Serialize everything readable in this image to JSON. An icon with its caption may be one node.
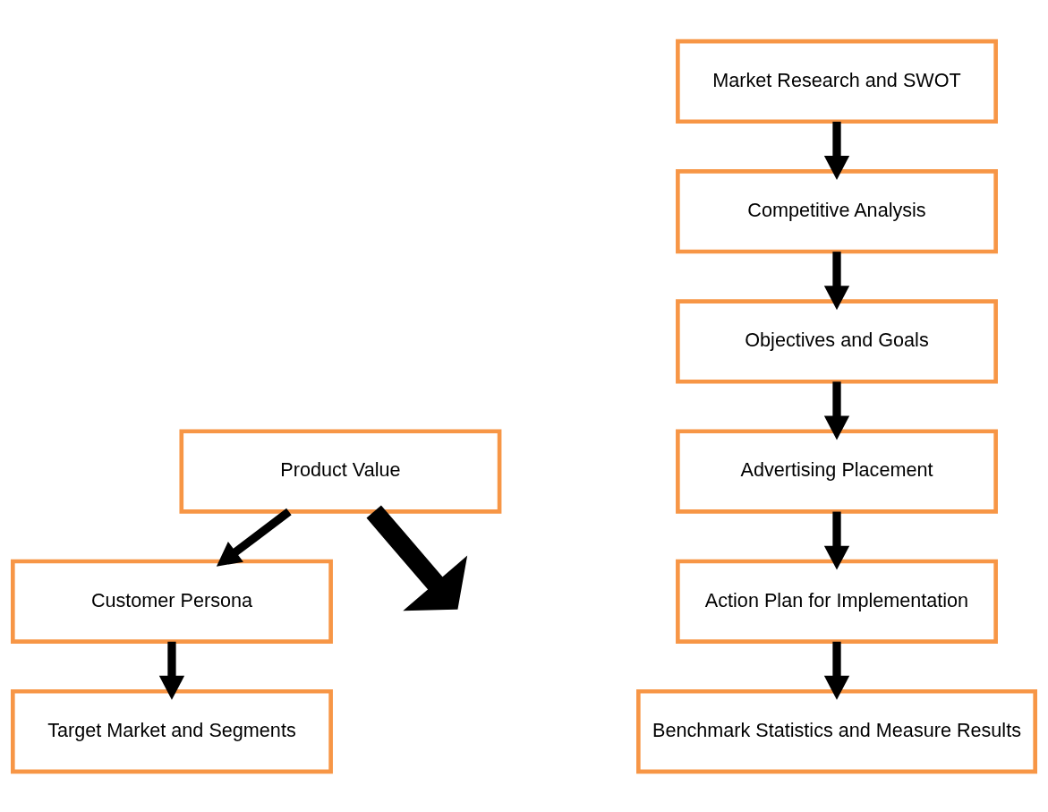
{
  "diagram": {
    "nodes": [
      {
        "text": [
          "Product Value"
        ]
      },
      {
        "text": [
          "Customer Persona"
        ]
      },
      {
        "text": [
          "Target Market and Segments"
        ]
      },
      {
        "text": [
          "Market Research and SWOT"
        ]
      },
      {
        "text": [
          "Competitive Analysis"
        ]
      },
      {
        "text": [
          "Objectives and Goals"
        ]
      },
      {
        "text": [
          "Advertising Placement"
        ]
      },
      {
        "text": [
          "Action Plan for Implementation"
        ]
      },
      {
        "text": [
          "Benchmark Statistics and Measure Results"
        ]
      }
    ],
    "edges": [
      {
        "from": 0,
        "to": 1,
        "arrow": "to"
      },
      {
        "from": 1,
        "to": 2,
        "arrow": "to"
      },
      {
        "from": 0,
        "to": null,
        "arrow": "to",
        "style": "thick"
      },
      {
        "from": 3,
        "to": 4,
        "arrow": "to"
      },
      {
        "from": 4,
        "to": 5,
        "arrow": "to"
      },
      {
        "from": 5,
        "to": 6,
        "arrow": "to"
      },
      {
        "from": 6,
        "to": 7,
        "arrow": "to"
      },
      {
        "from": 7,
        "to": 8,
        "arrow": "to"
      }
    ]
  }
}
